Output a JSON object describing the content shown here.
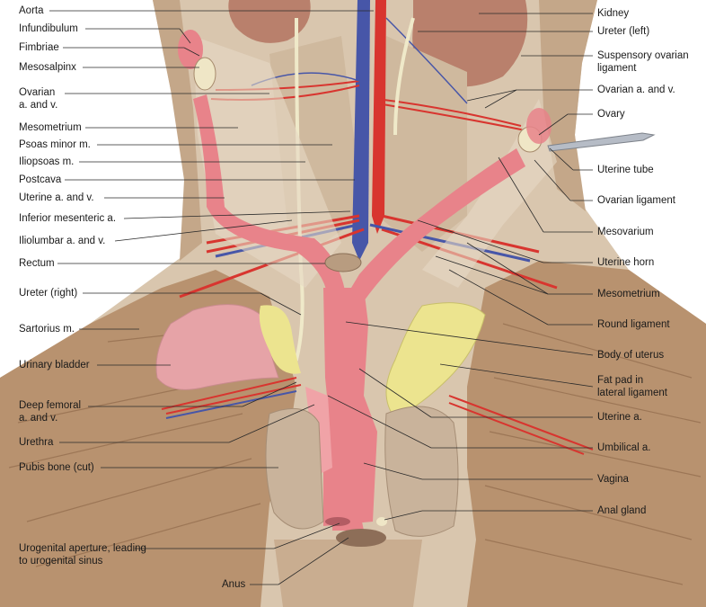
{
  "labels_left": [
    {
      "id": "aorta",
      "text": "Aorta"
    },
    {
      "id": "infundibulum",
      "text": "Infundibulum"
    },
    {
      "id": "fimbriae",
      "text": "Fimbriae"
    },
    {
      "id": "mesosalpinx",
      "text": "Mesosalpinx"
    },
    {
      "id": "ovarian-av-left",
      "line1": "Ovarian",
      "line2": "a. and v."
    },
    {
      "id": "mesometrium-left",
      "text": "Mesometrium"
    },
    {
      "id": "psoas-minor",
      "text": "Psoas minor m."
    },
    {
      "id": "iliopsoas",
      "text": "Iliopsoas m."
    },
    {
      "id": "postcava",
      "text": "Postcava"
    },
    {
      "id": "uterine-av",
      "text": "Uterine a. and v."
    },
    {
      "id": "inferior-mesenteric",
      "text": "Inferior mesenteric a."
    },
    {
      "id": "iliolumbar",
      "text": "Iliolumbar a. and v."
    },
    {
      "id": "rectum",
      "text": "Rectum"
    },
    {
      "id": "ureter-right",
      "text": "Ureter (right)"
    },
    {
      "id": "sartorius",
      "text": "Sartorius m."
    },
    {
      "id": "urinary-bladder",
      "text": "Urinary bladder"
    },
    {
      "id": "deep-femoral",
      "line1": "Deep femoral",
      "line2": "a. and v."
    },
    {
      "id": "urethra",
      "text": "Urethra"
    },
    {
      "id": "pubis-bone",
      "text": "Pubis bone (cut)"
    },
    {
      "id": "urogenital-aperture",
      "line1": "Urogenital aperture, leading",
      "line2": "to urogenital sinus"
    },
    {
      "id": "anus",
      "text": "Anus"
    }
  ],
  "labels_right": [
    {
      "id": "kidney",
      "text": "Kidney"
    },
    {
      "id": "ureter-left",
      "text": "Ureter (left)"
    },
    {
      "id": "suspensory-ligament",
      "line1": "Suspensory ovarian",
      "line2": "ligament"
    },
    {
      "id": "ovarian-av-right",
      "text": "Ovarian a. and v."
    },
    {
      "id": "ovary",
      "text": "Ovary"
    },
    {
      "id": "uterine-tube",
      "text": "Uterine tube"
    },
    {
      "id": "ovarian-ligament",
      "text": "Ovarian ligament"
    },
    {
      "id": "mesovarium",
      "text": "Mesovarium"
    },
    {
      "id": "uterine-horn",
      "text": "Uterine horn"
    },
    {
      "id": "mesometrium-right",
      "text": "Mesometrium"
    },
    {
      "id": "round-ligament",
      "text": "Round ligament"
    },
    {
      "id": "body-of-uterus",
      "text": "Body of uterus"
    },
    {
      "id": "fat-pad",
      "line1": "Fat pad in",
      "line2": "lateral ligament"
    },
    {
      "id": "uterine-a",
      "text": "Uterine a."
    },
    {
      "id": "umbilical-a",
      "text": "Umbilical a."
    },
    {
      "id": "vagina",
      "text": "Vagina"
    },
    {
      "id": "anal-gland",
      "text": "Anal gland"
    }
  ],
  "colors": {
    "tissue": "#d9c6ae",
    "muscle": "#b8926f",
    "muscle_dark": "#9c7656",
    "uterus": "#e8838a",
    "artery": "#d8352f",
    "vein": "#4756a8",
    "fat": "#ece48f",
    "kidney": "#b9806c",
    "ureter": "#efe9c9",
    "gland": "#c9b39b"
  }
}
